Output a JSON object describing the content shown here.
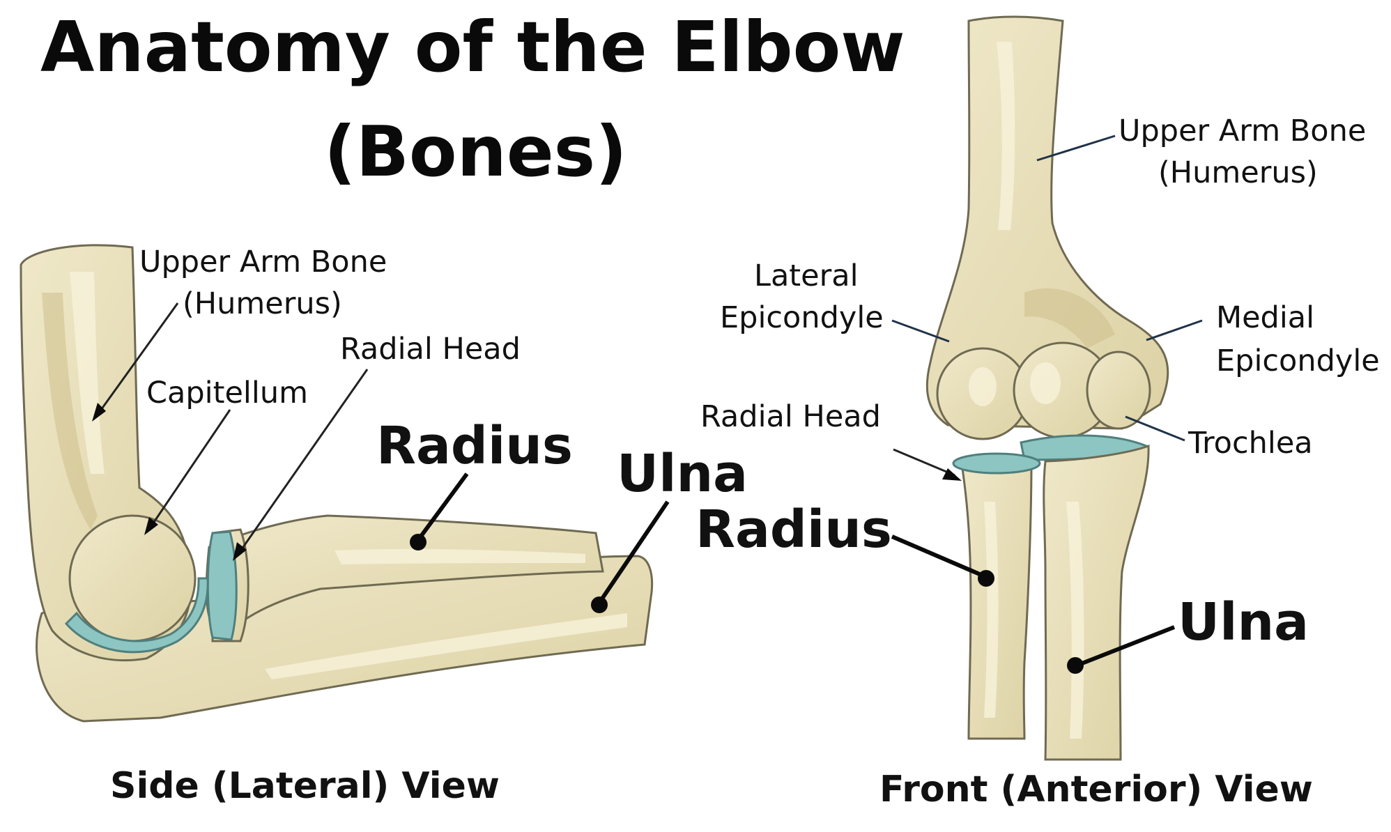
{
  "title": {
    "line1": "Anatomy of the Elbow",
    "line2": "(Bones)"
  },
  "lateral_view": {
    "caption": "Side (Lateral) View",
    "labels": {
      "humerus_line1": "Upper Arm Bone",
      "humerus_line2": "(Humerus)",
      "radial_head": "Radial Head",
      "capitellum": "Capitellum",
      "radius": "Radius",
      "ulna": "Ulna"
    }
  },
  "anterior_view": {
    "caption": "Front (Anterior) View",
    "labels": {
      "humerus_line1": "Upper Arm Bone",
      "humerus_line2": "(Humerus)",
      "lateral_epicondyle_line1": "Lateral",
      "lateral_epicondyle_line2": "Epicondyle",
      "medial_epicondyle_line1": "Medial",
      "medial_epicondyle_line2": "Epicondyle",
      "radial_head": "Radial Head",
      "trochlea": "Trochlea",
      "radius": "Radius",
      "ulna": "Ulna"
    }
  },
  "colors": {
    "bone": "#e6ddb9",
    "bone_outline": "#6f6a52",
    "cartilage": "#8cc5c2",
    "leader": "#0a0a0a",
    "leader_navy": "#1f3347"
  }
}
